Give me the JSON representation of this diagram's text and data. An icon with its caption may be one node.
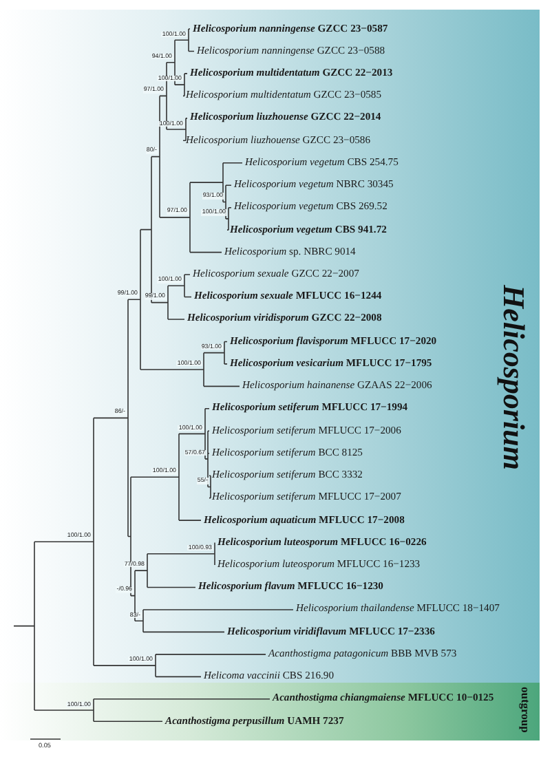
{
  "diagram": {
    "nodes": [
      {
        "text": [
          "Helicosporium"
        ]
      },
      {
        "text": [
          "outgroup"
        ]
      }
    ],
    "labels": [
      "***Helicosporium nanningense* GZCC 23−0587**",
      "*Helicosporium nanningense* GZCC 23−0588",
      "***Helicosporium multidentatum* GZCC 22−2013**",
      "*Helicosporium multidentatum* GZCC 23−0585",
      "***Helicosporium liuzhouense* GZCC 22−2014**",
      "*Helicosporium liuzhouense* GZCC 23−0586",
      "*Helicosporium vegetum* CBS 254.75",
      "*Helicosporium vegetum* NBRC 30345",
      "*Helicosporium vegetum* CBS 269.52",
      "***Helicosporium vegetum* CBS 941.72**",
      "*Helicosporium* sp. NBRC 9014",
      "*Helicosporium sexuale* GZCC 22−2007",
      "***Helicosporium sexuale* MFLUCC 16−1244**",
      "***Helicosporium viridisporum* GZCC 22−2008**",
      "***Helicosporium flavisporum* MFLUCC 17−2020**",
      "***Helicosporium vesicarium* MFLUCC 17−1795**",
      "*Helicosporium hainanense* GZAAS 22−2006",
      "***Helicosporium setiferum* MFLUCC 17−1994**",
      "*Helicosporium setiferum* MFLUCC 17−2006",
      "*Helicosporium setiferum* BCC 8125",
      "*Helicosporium setiferum* BCC 3332",
      "*Helicosporium setiferum* MFLUCC 17−2007",
      "***Helicosporium aquaticum* MFLUCC 17−2008**",
      "***Helicosporium luteosporum* MFLUCC 16−0226**",
      "*Helicosporium luteosporum* MFLUCC 16−1233",
      "***Helicosporium flavum* MFLUCC 16−1230**",
      "*Helicosporium thailandense* MFLUCC 18−1407",
      "***Helicosporium viridiflavum* MFLUCC 17−2336**",
      "*Acanthostigma patagonicum* BBB MVB 573",
      "*Helicoma vaccinii* CBS 216.90",
      "***Acanthostigma chiangmaiense* MFLUCC 10−0125**",
      "***Acanthostigma perpusillum* UAMH 7237**",
      "100/1.00",
      "94/1.00",
      "100/1.00",
      "97/1.00",
      "100/1.00",
      "80/-",
      "93/1.00",
      "100/1.00",
      "97/1.00",
      "99/1.00",
      "100/1.00",
      "99/1.00",
      "93/1.00",
      "100/1.00",
      "86/-",
      "57/0.67",
      "100/1.00",
      "55/-",
      "100/1.00",
      "100/1.00",
      "-/0.96",
      "77/0.98",
      "100/0.93",
      "83/-",
      "100/1.00",
      "100/1.00",
      "0.05"
    ]
  }
}
